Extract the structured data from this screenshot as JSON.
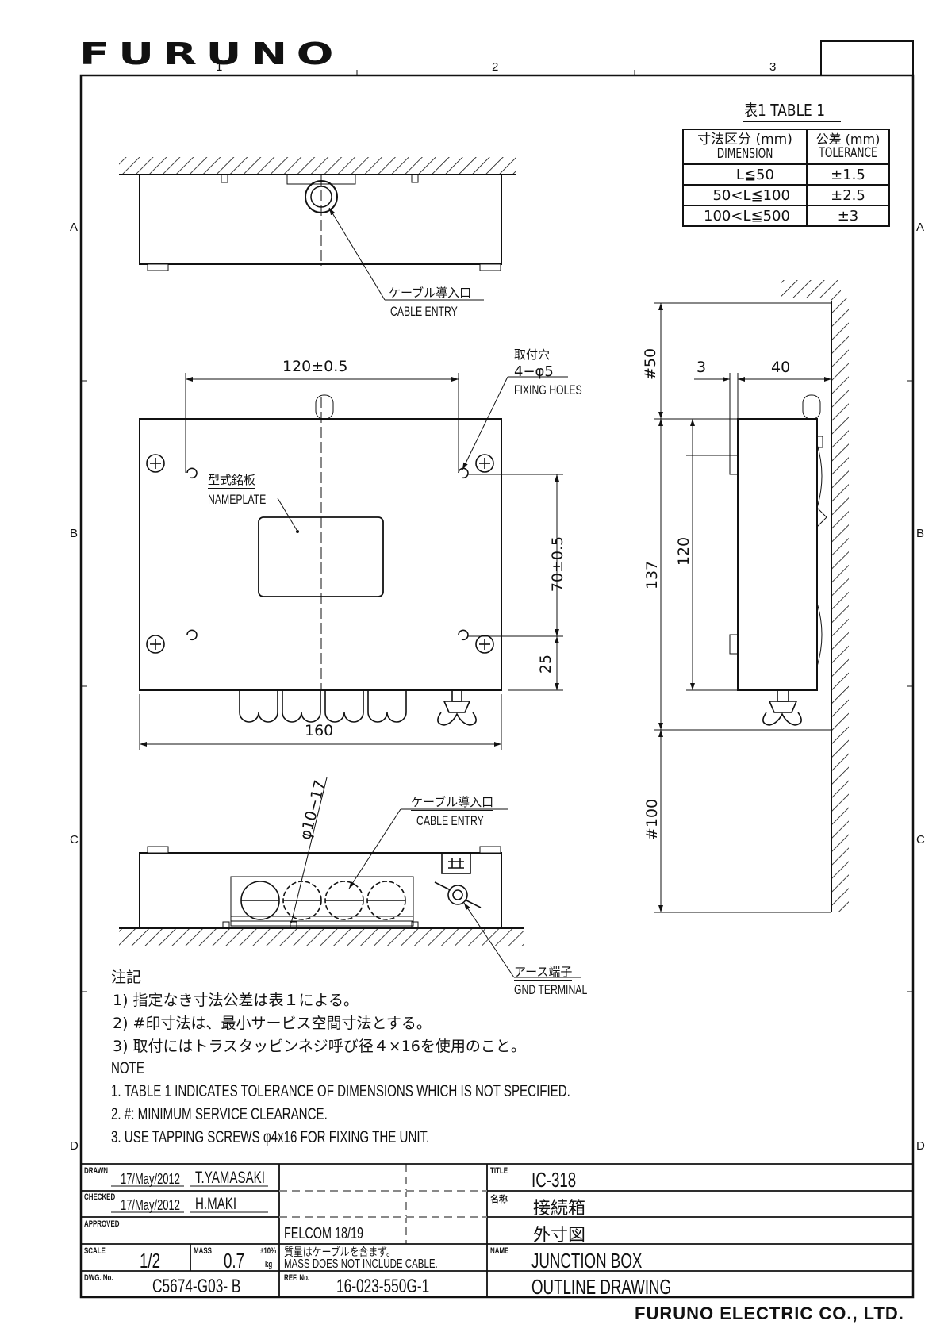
{
  "header": {
    "logo": "FURUNO",
    "col_markers": [
      "1",
      "2",
      "3"
    ],
    "row_markers": [
      "A",
      "B",
      "C",
      "D"
    ]
  },
  "table1": {
    "caption": "表1 TABLE 1",
    "headers": [
      {
        "jp": "寸法区分 (mm)",
        "en": "DIMENSION"
      },
      {
        "jp": "公差 (mm)",
        "en": "TOLERANCE"
      }
    ],
    "rows": [
      {
        "dimension": "L≦50",
        "tolerance": "±1.5"
      },
      {
        "dimension": "50<L≦100",
        "tolerance": "±2.5"
      },
      {
        "dimension": "100<L≦500",
        "tolerance": "±3"
      }
    ]
  },
  "drawing": {
    "cable_entry_jp": "ケーブル導入口",
    "cable_entry_en": "CABLE ENTRY",
    "fixing_holes_jp": "取付穴",
    "fixing_holes_count": "4−φ5",
    "fixing_holes_en": "FIXING HOLES",
    "nameplate_jp": "型式銘板",
    "nameplate_en": "NAMEPLATE",
    "gnd_jp": "アース端子",
    "gnd_en": "GND TERMINAL",
    "dims": {
      "d120": "120±0.5",
      "d160": "160",
      "d70": "70±0.5",
      "d25": "25",
      "dcable": "φ10−17",
      "d50": "#50",
      "d3": "3",
      "d40": "40",
      "d137": "137",
      "d120s": "120",
      "d100": "#100"
    }
  },
  "notes_jp": {
    "title": "注記",
    "items": [
      "1) 指定なき寸法公差は表１による。",
      "2) #印寸法は、最小サービス空間寸法とする。",
      "3) 取付にはトラスタッピンネジ呼び径４×16を使用のこと。"
    ]
  },
  "notes_en": {
    "title": "NOTE",
    "items": [
      "1. TABLE 1 INDICATES TOLERANCE OF DIMENSIONS WHICH IS NOT SPECIFIED.",
      "2. #: MINIMUM SERVICE CLEARANCE.",
      "3. USE TAPPING SCREWS φ4x16 FOR FIXING THE UNIT."
    ]
  },
  "title_block": {
    "drawn_label": "DRAWN",
    "drawn_date": "17/May/2012",
    "drawn_by": "T.YAMASAKI",
    "checked_label": "CHECKED",
    "checked_date": "17/May/2012",
    "checked_by": "H.MAKI",
    "approved_label": "APPROVED",
    "scale_label": "SCALE",
    "scale": "1/2",
    "mass_label": "MASS",
    "mass": "0.7",
    "mass_tol": "±10%",
    "mass_unit": "kg",
    "mass_note_jp": "質量はケーブルを含まず。",
    "mass_note_en": "MASS DOES NOT INCLUDE CABLE.",
    "felcom": "FELCOM 18/19",
    "dwg_label": "DWG. No.",
    "dwg_no": "C5674-G03- B",
    "ref_label": "REF. No.",
    "ref_no": "16-023-550G-1",
    "title_label": "TITLE",
    "title": "IC-318",
    "name_jp_label": "名称",
    "name_jp": "接続箱",
    "name_jp2": "外寸図",
    "name_label": "NAME",
    "name_en": "JUNCTION BOX",
    "name_en2": "OUTLINE DRAWING"
  },
  "company": "FURUNO ELECTRIC CO., LTD."
}
